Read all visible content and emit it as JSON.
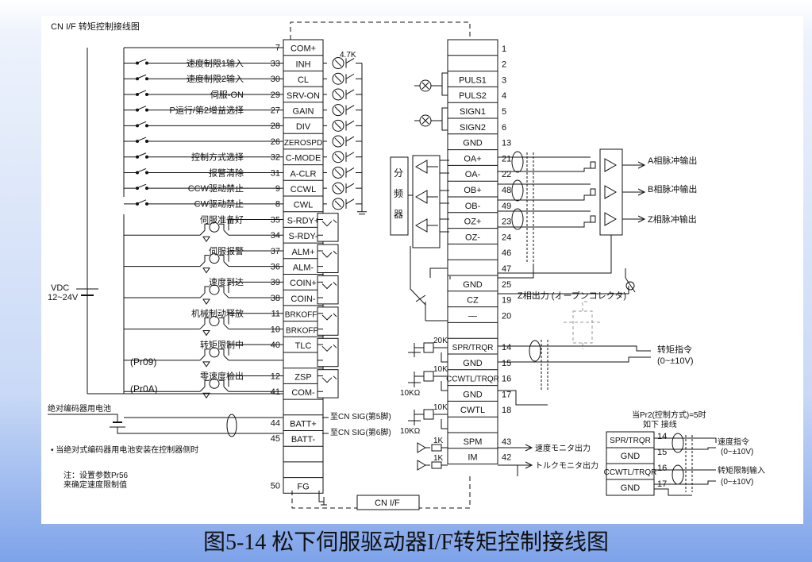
{
  "title": "CN I/F 转矩控制接线图",
  "caption": "图5-14   松下伺服驱动器I/F转矩控制接线图",
  "vdc_label": "VDC",
  "vdc_range": "12~24V",
  "battery_label": "绝对编码器用电池",
  "note_battery": "• 当绝对式编码器用电池安装在控制器侧时",
  "note_param_1": "注：设置参数Pr56",
  "note_param_2": "来确定速度限制值",
  "resistor_4k7": "4.7K",
  "left_terminals": [
    {
      "pin": "7",
      "name": "COM+",
      "label": ""
    },
    {
      "pin": "33",
      "name": "INH",
      "label": "速度制限1输入"
    },
    {
      "pin": "30",
      "name": "CL",
      "label": "速度制限2输入"
    },
    {
      "pin": "29",
      "name": "SRV-ON",
      "label": "伺服-ON"
    },
    {
      "pin": "27",
      "name": "GAIN",
      "label": "P运行/第2增益选择"
    },
    {
      "pin": "28",
      "name": "DIV",
      "label": ""
    },
    {
      "pin": "26",
      "name": "ZEROSPD",
      "label": ""
    },
    {
      "pin": "32",
      "name": "C-MODE",
      "label": "控制方式选择"
    },
    {
      "pin": "31",
      "name": "A-CLR",
      "label": "报警清除"
    },
    {
      "pin": "9",
      "name": "CCWL",
      "label": "CCW驱动禁止"
    },
    {
      "pin": "8",
      "name": "CWL",
      "label": "CW驱动禁止"
    },
    {
      "pin": "35",
      "name": "S-RDY+",
      "label": "伺服准备好"
    },
    {
      "pin": "34",
      "name": "S-RDY-",
      "label": ""
    },
    {
      "pin": "37",
      "name": "ALM+",
      "label": "伺服报警"
    },
    {
      "pin": "36",
      "name": "ALM-",
      "label": ""
    },
    {
      "pin": "39",
      "name": "COIN+",
      "label": "速度到达"
    },
    {
      "pin": "38",
      "name": "COIN-",
      "label": ""
    },
    {
      "pin": "11",
      "name": "BRKOFF+",
      "label": "机械制动释放"
    },
    {
      "pin": "10",
      "name": "BRKOFF-",
      "label": ""
    },
    {
      "pin": "40",
      "name": "TLC",
      "label": "转矩限制中"
    },
    {
      "pin": "",
      "name": "",
      "label": ""
    },
    {
      "pin": "12",
      "name": "ZSP",
      "label": "零速度检出"
    },
    {
      "pin": "41",
      "name": "COM-",
      "label": ""
    },
    {
      "pin": "",
      "name": "",
      "label": ""
    },
    {
      "pin": "44",
      "name": "BATT+",
      "label": ""
    },
    {
      "pin": "45",
      "name": "BATT-",
      "label": ""
    },
    {
      "pin": "",
      "name": "",
      "label": ""
    },
    {
      "pin": "",
      "name": "",
      "label": ""
    },
    {
      "pin": "50",
      "name": "FG",
      "label": ""
    }
  ],
  "pr09": "(Pr09)",
  "pr0a": "(Pr0A)",
  "batt_plus_note": "至CN SIG(第5脚)",
  "batt_minus_note": "至CN SIG(第6脚)",
  "right_terminals": [
    {
      "pin": "1",
      "name": ""
    },
    {
      "pin": "2",
      "name": ""
    },
    {
      "pin": "3",
      "name": "PULS1"
    },
    {
      "pin": "4",
      "name": "PULS2"
    },
    {
      "pin": "5",
      "name": "SIGN1"
    },
    {
      "pin": "6",
      "name": "SIGN2"
    },
    {
      "pin": "13",
      "name": "GND"
    },
    {
      "pin": "21",
      "name": "OA+"
    },
    {
      "pin": "22",
      "name": "OA-"
    },
    {
      "pin": "48",
      "name": "OB+"
    },
    {
      "pin": "49",
      "name": "OB-"
    },
    {
      "pin": "23",
      "name": "OZ+"
    },
    {
      "pin": "24",
      "name": "OZ-"
    },
    {
      "pin": "46",
      "name": ""
    },
    {
      "pin": "47",
      "name": ""
    },
    {
      "pin": "25",
      "name": "GND"
    },
    {
      "pin": "19",
      "name": "CZ"
    },
    {
      "pin": "20",
      "name": "—"
    },
    {
      "pin": "",
      "name": ""
    },
    {
      "pin": "14",
      "name": "SPR/TRQR"
    },
    {
      "pin": "15",
      "name": "GND"
    },
    {
      "pin": "16",
      "name": "CCWTL/TRQR"
    },
    {
      "pin": "17",
      "name": "GND"
    },
    {
      "pin": "18",
      "name": "CWTL"
    },
    {
      "pin": "",
      "name": ""
    },
    {
      "pin": "43",
      "name": "SPM"
    },
    {
      "pin": "42",
      "name": "IM"
    }
  ],
  "divider_label": [
    "分",
    "频",
    "器"
  ],
  "phase_a_out": "A相脉冲输出",
  "phase_b_out": "B相脉冲输出",
  "phase_z_out": "Z相脉冲输出",
  "z_open_collector": "Z相出力 (オープンコレクタ)",
  "r20k": "20K",
  "r10k_a": "10K",
  "r10k_b": "10KΩ",
  "r10k_c": "10K",
  "r10k_d": "10KΩ",
  "r1k_a": "1K",
  "r1k_b": "1K",
  "torque_cmd": "转矩指令",
  "torque_range": "(0~±10V)",
  "speed_monitor": "速度モニタ出力",
  "torque_monitor": "トルクモニタ出力",
  "pr2_note_1": "当Pr2(控制方式)=5时",
  "pr2_note_2": "如下 接线",
  "mini_rows": [
    {
      "name": "SPR/TRQR",
      "pin": "14"
    },
    {
      "name": "GND",
      "pin": "15"
    },
    {
      "name": "CCWTL/TRQR",
      "pin": "16"
    },
    {
      "name": "GND",
      "pin": "17"
    }
  ],
  "speed_cmd": "速度指令",
  "speed_cmd_range": "(0~±10V)",
  "torque_limit_in": "转矩限制输入",
  "torque_limit_range": "(0~±10V)",
  "cn_if": "CN I/F"
}
